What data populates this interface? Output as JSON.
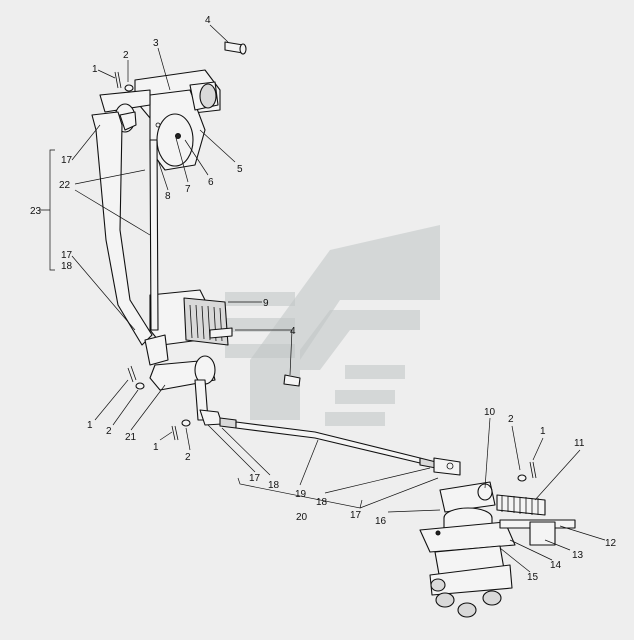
{
  "callouts": {
    "c1a": "1",
    "c2a": "2",
    "c3": "3",
    "c4a": "4",
    "c5": "5",
    "c6": "6",
    "c7": "7",
    "c8": "8",
    "c9": "9",
    "c4b": "4",
    "c17a": "17",
    "c22": "22",
    "c23": "23",
    "c17b": "17",
    "c18a": "18",
    "c1b": "1",
    "c2b": "2",
    "c21": "21",
    "c1c": "1",
    "c2c": "2",
    "c17c": "17",
    "c18b": "18",
    "c19": "19",
    "c20": "20",
    "c18c": "18",
    "c17d": "17",
    "c16": "16",
    "c10": "10",
    "c2d": "2",
    "c1d": "1",
    "c11": "11",
    "c12": "12",
    "c13": "13",
    "c14": "14",
    "c15": "15"
  }
}
